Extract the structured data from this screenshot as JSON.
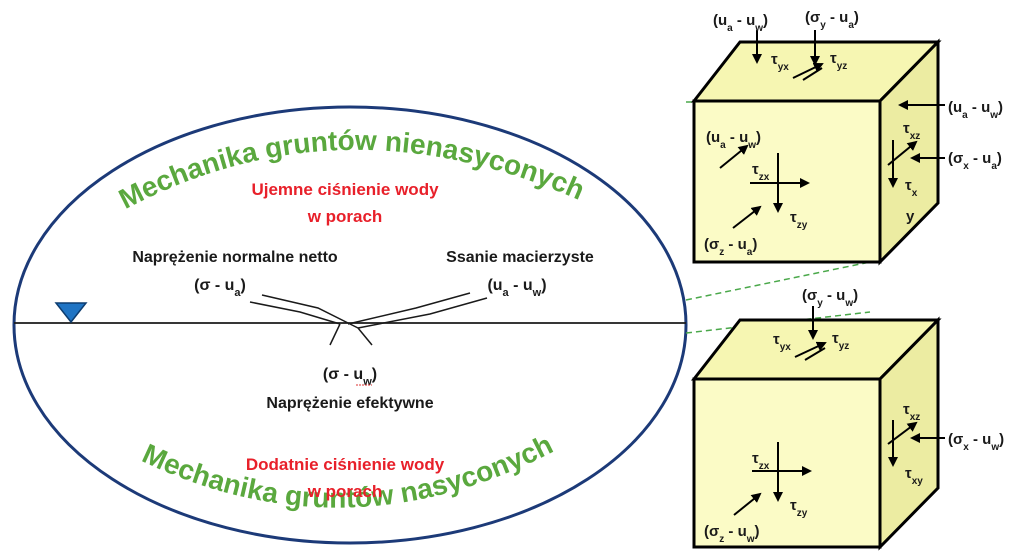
{
  "title_top": "Mechanika gruntów nienasyconych",
  "title_bottom": "Mechanika gruntów nasyconych",
  "red_top_line1": "Ujemne ciśnienie wody",
  "red_top_line2": "w porach",
  "red_bottom_line1": "Dodatnie ciśnienie wody",
  "red_bottom_line2": "w porach",
  "left_label": "Naprężenie normalne netto",
  "left_var": "(σ - ua)",
  "right_label": "Ssanie macierzyste",
  "right_var": "(ua - uw)",
  "center_var": "(σ - uw)",
  "center_label": "Naprężenie efektywne",
  "colors": {
    "title_green": "#5aa83e",
    "red_text": "#e8202a",
    "cube_front": "#fbfbc6",
    "cube_top": "#f6f6b2",
    "cube_side": "#ececa2",
    "triangle": "#1f74c4",
    "dash": "#4aa84a"
  },
  "cube_top": {
    "top_left_label": "(ua - uw)",
    "top_right_label": "(σy - ua)",
    "right_label_1": "(ua - uw)",
    "right_label_2": "(σx - ua)",
    "front_label_1": "(ua - uw)",
    "front_label_2": "(σz - ua)",
    "tau_yx": "τyx",
    "tau_yz": "τyz",
    "tau_zx": "τzx",
    "tau_zy": "τzy",
    "tau_xz": "τxz",
    "tau_x": "τx",
    "y_letter": "y"
  },
  "cube_bottom": {
    "top_label": "(σy - uw)",
    "right_label": "(σx - uw)",
    "front_label": "(σz - uw)",
    "tau_yx": "τyx",
    "tau_yz": "τyz",
    "tau_zx": "τzx",
    "tau_zy": "τzy",
    "tau_xz": "τxz",
    "tau_xy": "τxy"
  }
}
